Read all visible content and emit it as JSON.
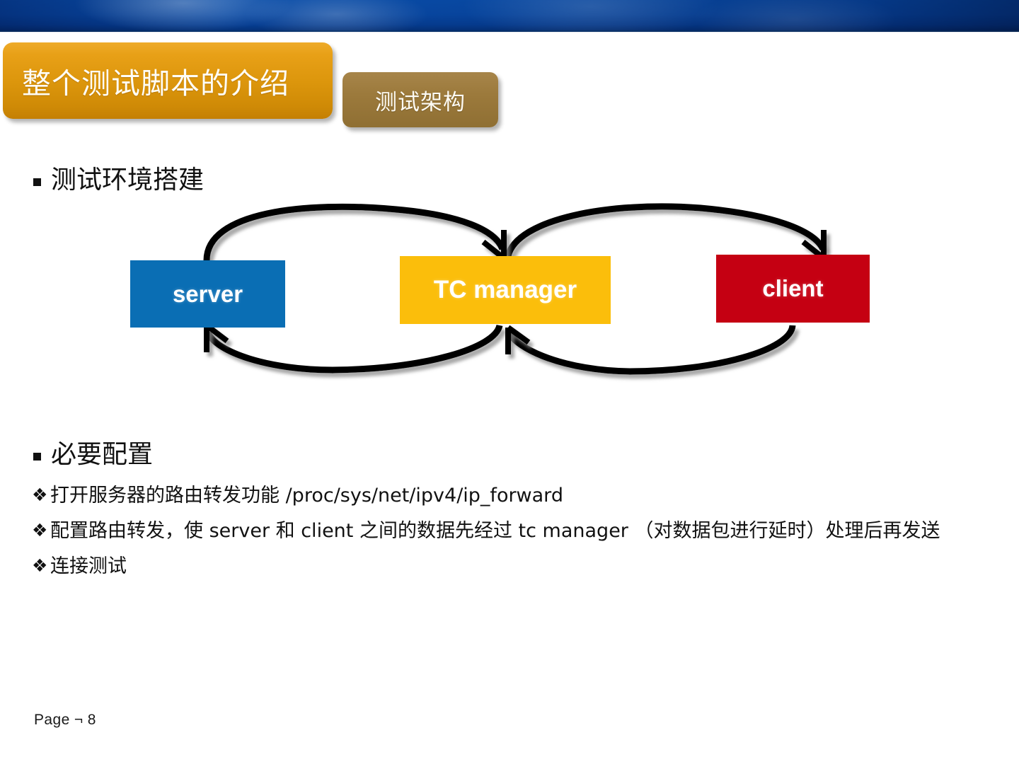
{
  "banner": {
    "name": "sky-banner"
  },
  "header": {
    "main_tab": "整个测试脚本的介绍",
    "sub_tab": "测试架构"
  },
  "sections": [
    {
      "id": "env",
      "heading": "测试环境搭建"
    },
    {
      "id": "conf",
      "heading": "必要配置"
    }
  ],
  "diagram": {
    "type": "flow",
    "nodes": [
      {
        "id": "server",
        "label": "server",
        "color": "#0a6eb4"
      },
      {
        "id": "tc",
        "label": "TC manager",
        "color": "#fbbe0b"
      },
      {
        "id": "client",
        "label": "client",
        "color": "#c50012"
      }
    ],
    "edges": [
      {
        "from": "server",
        "to": "tc",
        "direction": "top",
        "style": "curved-arrow"
      },
      {
        "from": "tc",
        "to": "client",
        "direction": "top",
        "style": "curved-arrow"
      },
      {
        "from": "tc",
        "to": "server",
        "direction": "bottom",
        "style": "curved-arrow"
      },
      {
        "from": "client",
        "to": "tc",
        "direction": "bottom",
        "style": "curved-arrow"
      }
    ]
  },
  "config_items": [
    {
      "bullet": "❖",
      "text": "打开服务器的路由转发功能  /proc/sys/net/ipv4/ip_forward"
    },
    {
      "bullet": "❖",
      "text": "配置路由转发，使 server 和 client 之间的数据先经过 tc manager  （对数据包进行延时）处理后再发送"
    },
    {
      "bullet": "❖",
      "text": "连接测试"
    }
  ],
  "footer": {
    "page_label": "Page ¬ 8"
  }
}
